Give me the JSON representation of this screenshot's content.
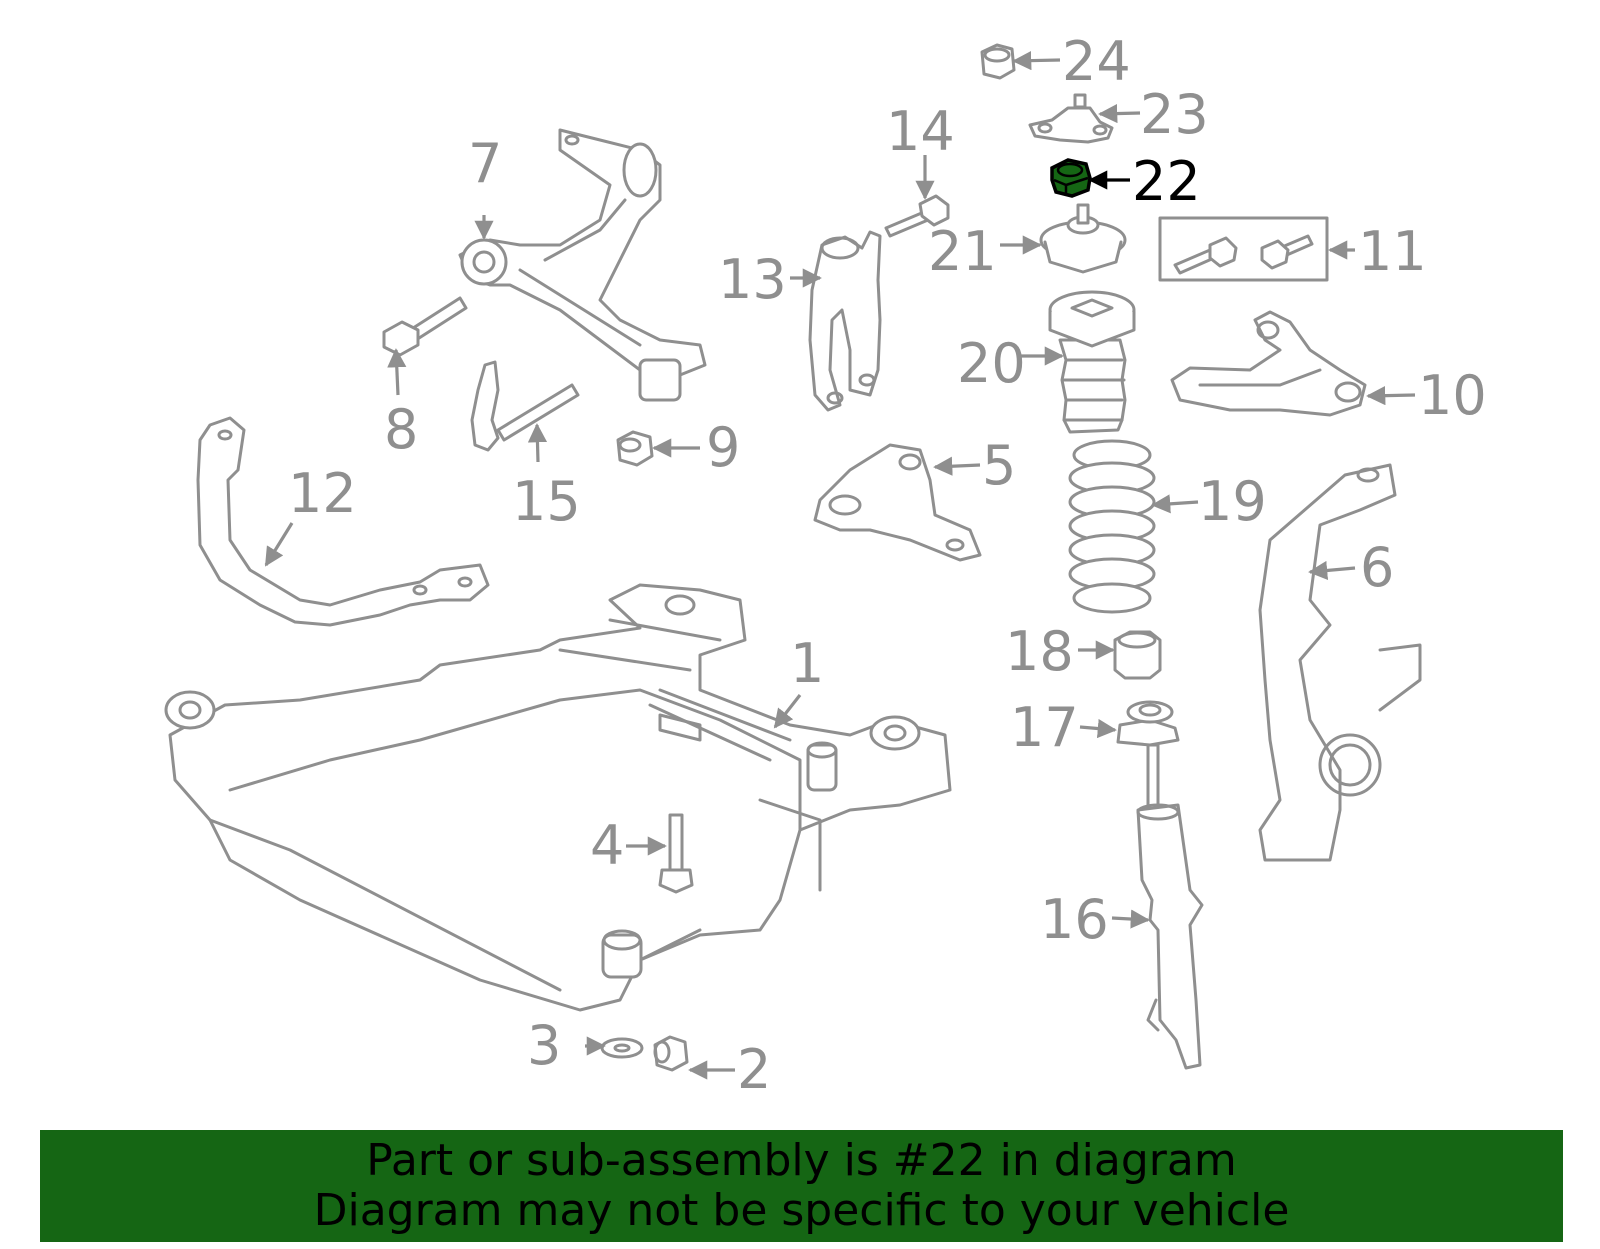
{
  "diagram": {
    "highlight_part": "22",
    "highlight_color": "#156614",
    "line_color": "#8f8f8f",
    "callouts": {
      "p1": "1",
      "p2": "2",
      "p3": "3",
      "p4": "4",
      "p5": "5",
      "p6": "6",
      "p7": "7",
      "p8": "8",
      "p9": "9",
      "p10": "10",
      "p11": "11",
      "p12": "12",
      "p13": "13",
      "p14": "14",
      "p15": "15",
      "p16": "16",
      "p17": "17",
      "p18": "18",
      "p19": "19",
      "p20": "20",
      "p21": "21",
      "p22": "22",
      "p23": "23",
      "p24": "24"
    }
  },
  "banner": {
    "line1": "Part or sub-assembly is #22 in diagram",
    "line2": "Diagram may not be specific to your vehicle",
    "background": "#156614"
  }
}
